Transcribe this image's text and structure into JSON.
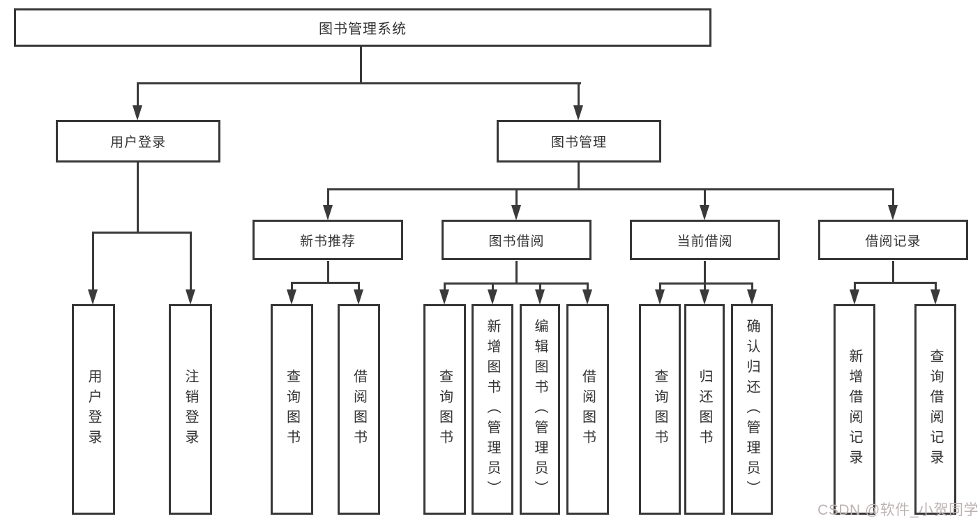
{
  "root": {
    "label": "图书管理系统"
  },
  "branches": [
    {
      "label": "用户登录",
      "children": [
        {
          "label": "用户登录"
        },
        {
          "label": "注销登录"
        }
      ]
    },
    {
      "label": "图书管理",
      "children": [
        {
          "label": "新书推荐",
          "children": [
            {
              "label": "查询图书"
            },
            {
              "label": "借阅图书"
            }
          ]
        },
        {
          "label": "图书借阅",
          "children": [
            {
              "label": "查询图书"
            },
            {
              "label": "新增图书（管理员）"
            },
            {
              "label": "编辑图书（管理员）"
            },
            {
              "label": "借阅图书"
            }
          ]
        },
        {
          "label": "当前借阅",
          "children": [
            {
              "label": "查询图书"
            },
            {
              "label": "归还图书"
            },
            {
              "label": "确认归还（管理员）"
            }
          ]
        },
        {
          "label": "借阅记录",
          "children": [
            {
              "label": "新增借阅记录"
            },
            {
              "label": "查询借阅记录"
            }
          ]
        }
      ]
    }
  ],
  "watermark": {
    "text": "CSDN @软件_小贺同学"
  },
  "colors": {
    "line": "#3a3a3a",
    "box_border": "#373737",
    "text": "#333333",
    "watermark": "#bdb2b2",
    "background": "#ffffff"
  }
}
